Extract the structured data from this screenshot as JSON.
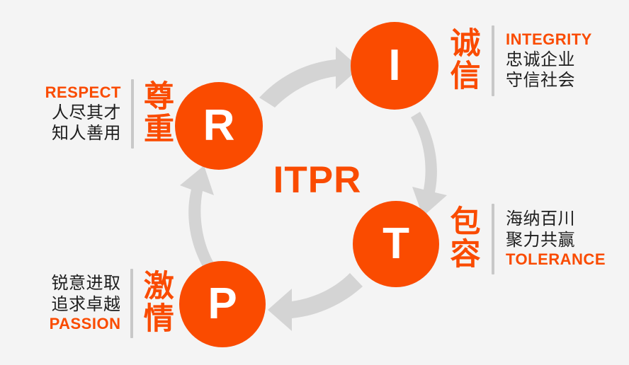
{
  "theme": {
    "background": "#f4f4f4",
    "accent_orange": "#fa4b00",
    "arrow_gray": "#d4d4d4",
    "divider_gray": "#c8c8c8",
    "text_dark": "#1e1e1e",
    "circle_text": "#ffffff"
  },
  "center": {
    "acronym": "ITPR"
  },
  "nodes": [
    {
      "id": "respect",
      "letter": "R"
    },
    {
      "id": "integrity",
      "letter": "I"
    },
    {
      "id": "tolerance",
      "letter": "T"
    },
    {
      "id": "passion",
      "letter": "P"
    }
  ],
  "values": {
    "respect": {
      "english": "RESPECT",
      "chinese_title_1": "尊",
      "chinese_title_2": "重",
      "line1": "人尽其才",
      "line2": "知人善用"
    },
    "integrity": {
      "english": "INTEGRITY",
      "chinese_title_1": "诚",
      "chinese_title_2": "信",
      "line1": "忠诚企业",
      "line2": "守信社会"
    },
    "tolerance": {
      "english": "TOLERANCE",
      "chinese_title_1": "包",
      "chinese_title_2": "容",
      "line1": "海纳百川",
      "line2": "聚力共赢"
    },
    "passion": {
      "english": "PASSION",
      "chinese_title_1": "激",
      "chinese_title_2": "情",
      "line1": "锐意进取",
      "line2": "追求卓越"
    }
  },
  "arrows": [
    {
      "id": "arrow-r-to-i",
      "from": "R",
      "to": "I",
      "direction": "up-right"
    },
    {
      "id": "arrow-i-to-t",
      "from": "I",
      "to": "T",
      "direction": "down-left"
    },
    {
      "id": "arrow-t-to-p",
      "from": "T",
      "to": "P",
      "direction": "left"
    },
    {
      "id": "arrow-p-to-r",
      "from": "P",
      "to": "R",
      "direction": "up"
    }
  ]
}
